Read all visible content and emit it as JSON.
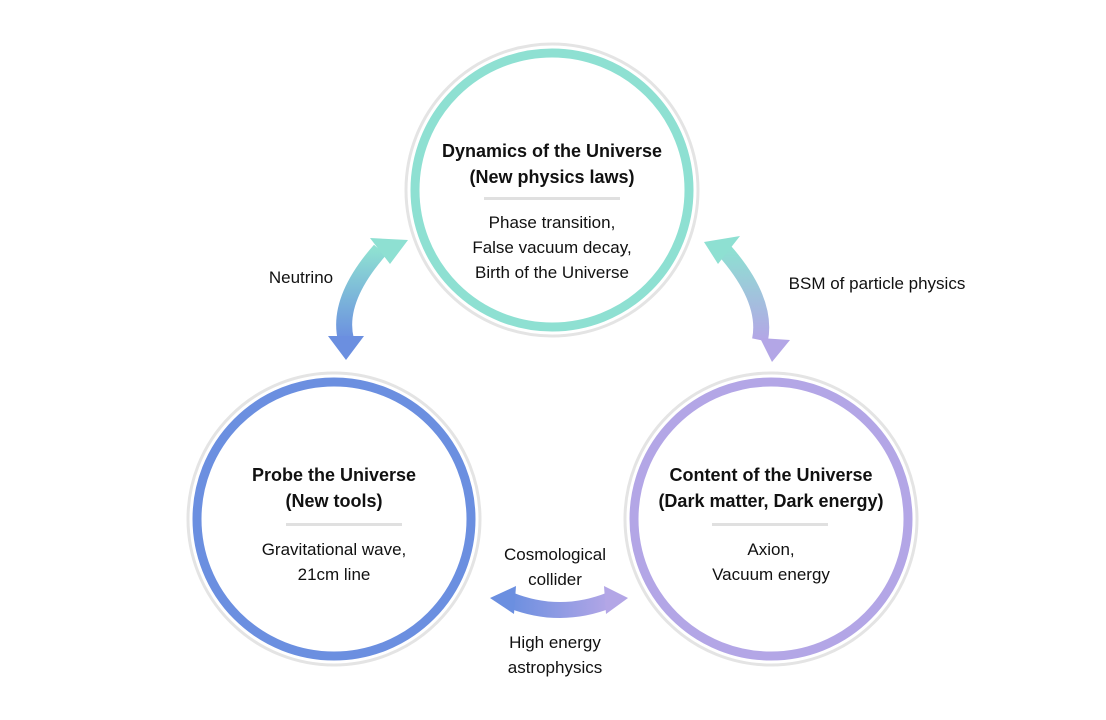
{
  "colors": {
    "teal": "#8ee0d2",
    "blue": "#6b8fe0",
    "purple": "#b3a6e6"
  },
  "nodes": {
    "top": {
      "title_line1": "Dynamics of the Universe",
      "title_line2": "(New physics laws)",
      "body": [
        "Phase transition,",
        "False vacuum decay,",
        "Birth of the Universe"
      ]
    },
    "left": {
      "title_line1": "Probe the Universe",
      "title_line2": "(New tools)",
      "body": [
        "Gravitational wave,",
        "21cm line"
      ]
    },
    "right": {
      "title_line1": "Content of the Universe",
      "title_line2": "(Dark matter, Dark energy)",
      "body": [
        "Axion,",
        "Vacuum energy"
      ]
    }
  },
  "links": {
    "top_left": "Neutrino",
    "top_right": "BSM of particle physics",
    "bottom_upper": [
      "Cosmological",
      "collider"
    ],
    "bottom_lower": [
      "High energy",
      "astrophysics"
    ]
  }
}
